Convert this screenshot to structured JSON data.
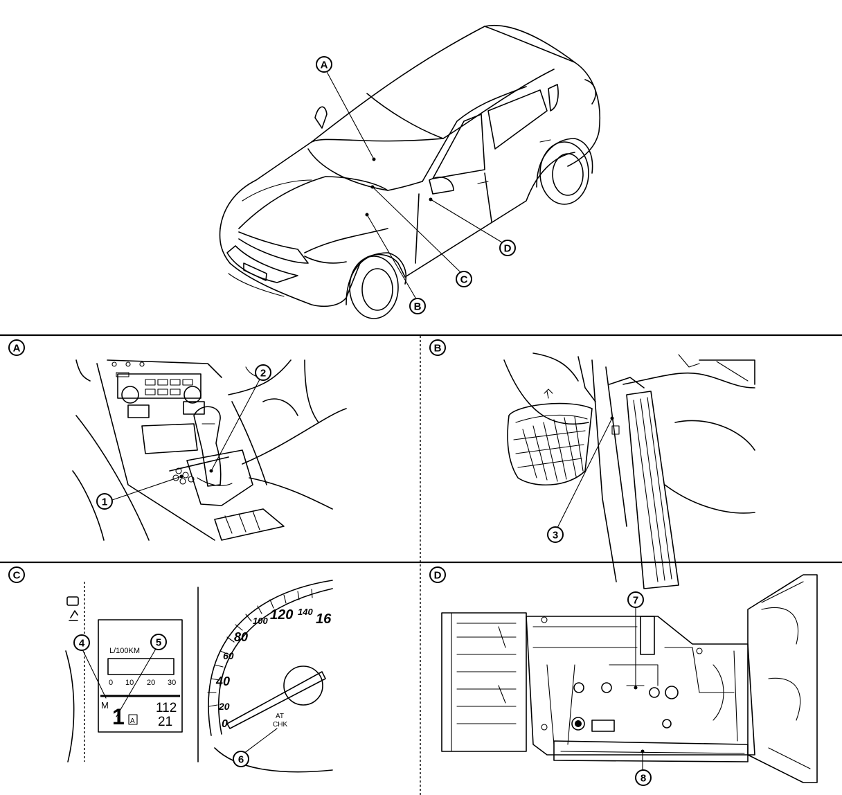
{
  "overview": {
    "callouts": {
      "a": "A",
      "b": "B",
      "c": "C",
      "d": "D"
    }
  },
  "panels": {
    "a": {
      "label": "A",
      "items": {
        "1": "1",
        "2": "2"
      }
    },
    "b": {
      "label": "B",
      "items": {
        "3": "3"
      }
    },
    "c": {
      "label": "C",
      "items": {
        "4": "4",
        "5": "5",
        "6": "6"
      },
      "display": {
        "unit": "L/100KM",
        "scale": [
          "0",
          "10",
          "20",
          "30"
        ],
        "mode": "M",
        "gear": "1",
        "odometer": "112",
        "trip": "21",
        "icon_letter": "A"
      },
      "speedometer": {
        "ticks": [
          "0",
          "20",
          "40",
          "60",
          "80",
          "100",
          "120",
          "140",
          "16"
        ],
        "at_label_1": "AT",
        "at_label_2": "CHK"
      }
    },
    "d": {
      "label": "D",
      "items": {
        "7": "7",
        "8": "8"
      }
    }
  }
}
